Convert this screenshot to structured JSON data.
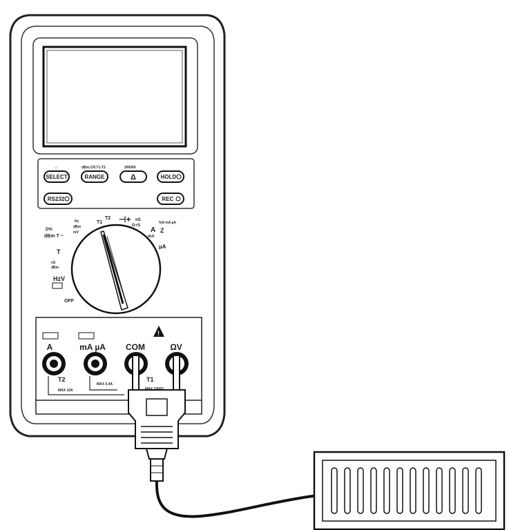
{
  "buttons": {
    "select": "SELECT",
    "range": "RANGE",
    "delta": "Δ",
    "hold": "HOLD",
    "record": "REC",
    "rs232": "RS232"
  },
  "button_captions": {
    "select_top": "☼",
    "range_top": "dBm,C/F,T1-T2",
    "delta_top": "200000"
  },
  "dial": {
    "off": "OFF"
  },
  "terminals": {
    "a": "A",
    "ma_ua": "mA µA",
    "com": "COM",
    "ohm_v": "ΩV"
  },
  "fuse_notes": {
    "left": "MAX 10A",
    "middle": "MAX 0.4A",
    "right": "MAX 1000V"
  },
  "probe_labels": {
    "t2": "T2",
    "t1": "T1"
  }
}
